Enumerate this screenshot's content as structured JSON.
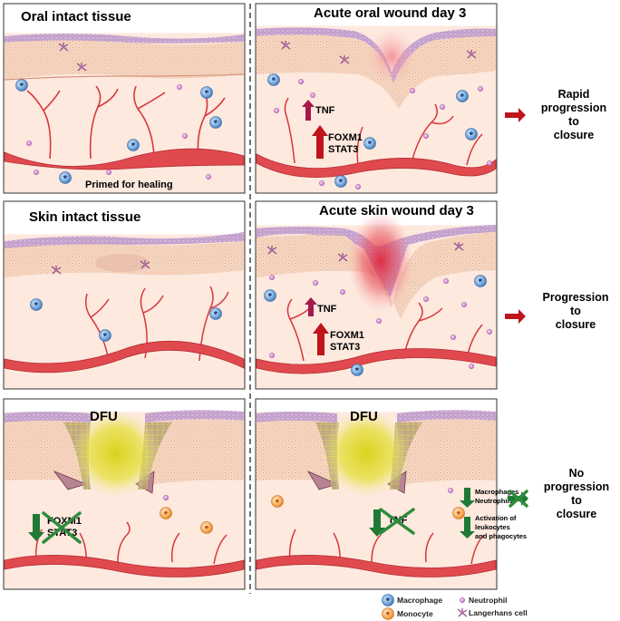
{
  "panels": {
    "oral_intact": {
      "title": "Oral intact tissue",
      "caption": "Primed for healing"
    },
    "oral_wound": {
      "title": "Acute oral wound day 3",
      "tnf": "TNF",
      "foxm1": "FOXM1",
      "stat3": "STAT3"
    },
    "skin_intact": {
      "title": "Skin intact tissue"
    },
    "skin_wound": {
      "title": "Acute skin wound day 3",
      "tnf": "TNF",
      "foxm1": "FOXM1",
      "stat3": "STAT3"
    },
    "dfu_left": {
      "title": "DFU",
      "foxm1": "FOXM1",
      "stat3": "STAT3"
    },
    "dfu_right": {
      "title": "DFU",
      "tnf": "TNF",
      "note1_line1": "Macrophages",
      "note1_line2": "Neutrophils",
      "note2_line1": "Activation of",
      "note2_line2": "leukocytes",
      "note2_line3": "and phagocytes"
    }
  },
  "outcomes": {
    "oral": [
      "Rapid",
      "progression",
      "to",
      "closure"
    ],
    "skin": [
      "Progression",
      "to",
      "closure"
    ],
    "dfu": [
      "No",
      "progression",
      "to",
      "closure"
    ]
  },
  "legend": {
    "macrophage": "Macrophage",
    "neutrophil": "Neutrophil",
    "monocyte": "Monocyte",
    "langerhans": "Langerhans cell"
  },
  "colors": {
    "up_arrow": "#c0141b",
    "tnf_arrow": "#a3194b",
    "down_arrow": "#1e7a34",
    "cross": "#2e8b3c",
    "epidermis": "#f6d3bd",
    "top_layer": "#c7a3cf",
    "dermis": "#fde9de",
    "vessel": "#d8373b",
    "wound_glow": "#e33a4a",
    "dfu_glow": "#e3dc2e",
    "macrophage": "#4a86c8",
    "neutrophil": "#c679c7",
    "monocyte": "#f09a2e"
  }
}
